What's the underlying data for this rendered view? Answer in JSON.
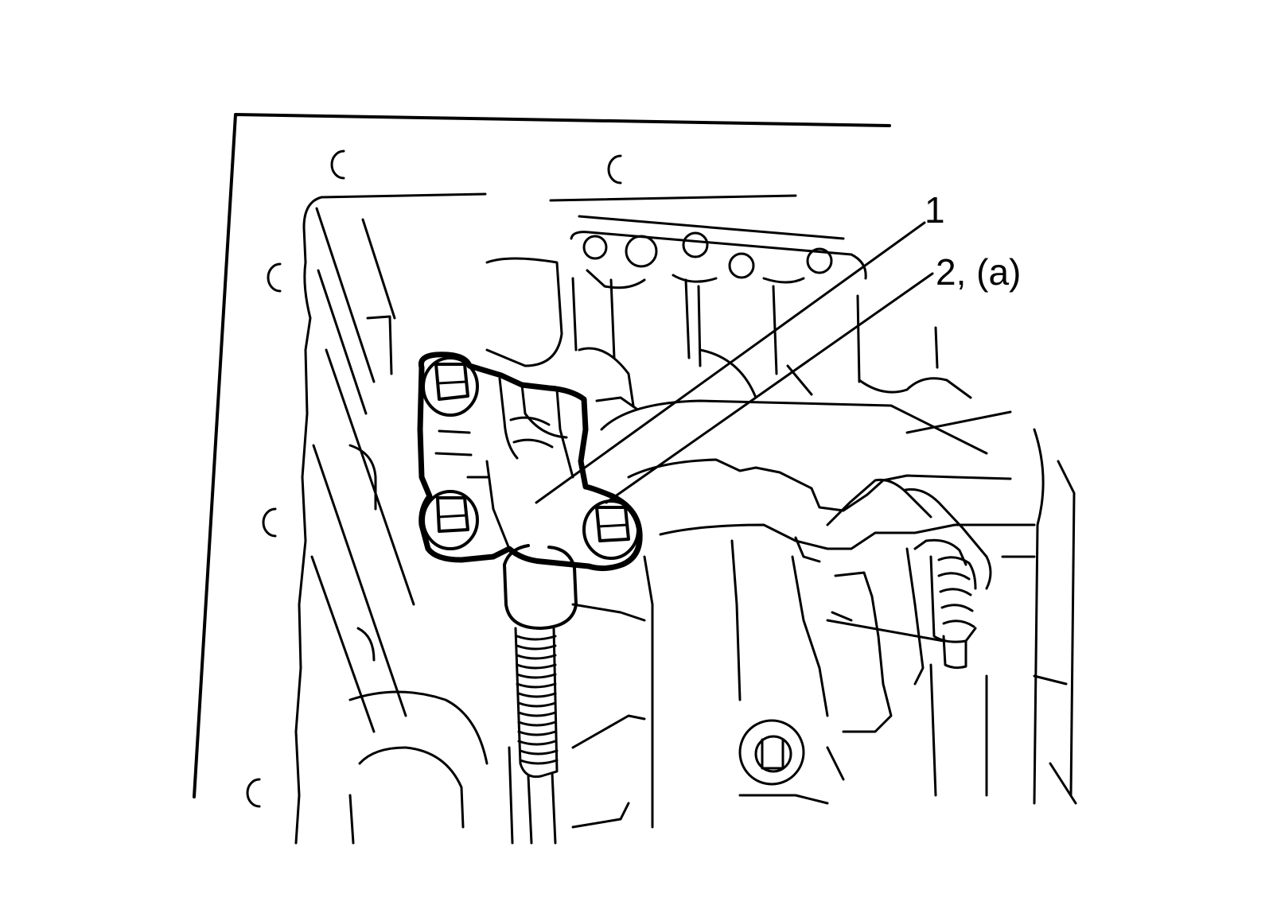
{
  "callouts": [
    {
      "id": "1",
      "label": "1"
    },
    {
      "id": "2",
      "label": "2, (a)"
    }
  ],
  "colors": {
    "ink": "#000000",
    "paper": "#ffffff"
  }
}
